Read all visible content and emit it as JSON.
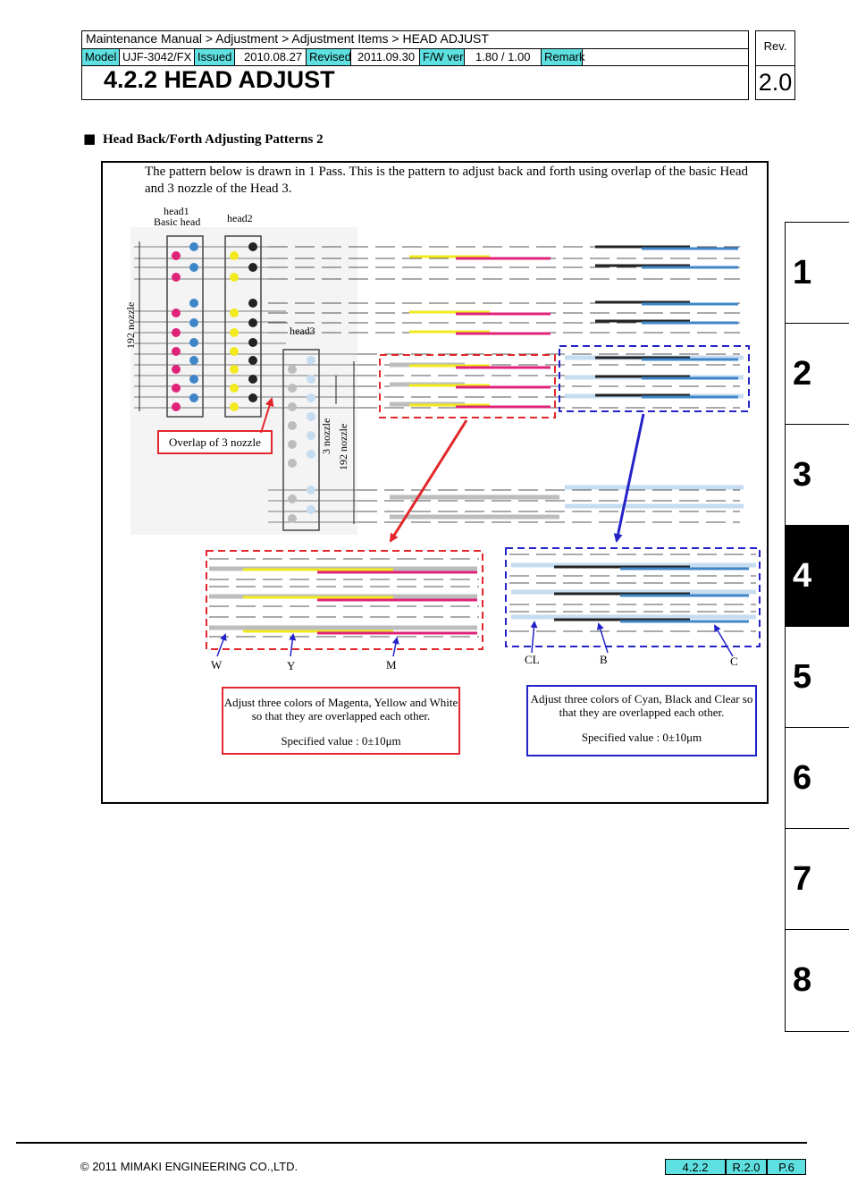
{
  "header": {
    "breadcrumb": "Maintenance Manual > Adjustment > Adjustment Items > HEAD ADJUST",
    "model_label": "Model",
    "model_value": "UJF-3042/FX",
    "issued_label": "Issued",
    "issued_value": "2010.08.27",
    "revised_label": "Revised",
    "revised_value": "2011.09.30",
    "fw_label": "F/W ver",
    "fw_value": "1.80 / 1.00",
    "remark_label": "Remark",
    "title": "4.2.2  HEAD ADJUST",
    "rev_label": "Rev.",
    "rev_value": "2.0"
  },
  "section": {
    "bullet": "■",
    "heading": "Head Back/Forth  Adjusting Patterns 2"
  },
  "figure": {
    "intro": "The pattern below is drawn in 1 Pass. This is the pattern to adjust back and forth using overlap of the basic Head and 3 nozzle of the Head 3.",
    "head1_label": "head1",
    "basic_head_label": "Basic head",
    "head2_label": "head2",
    "head3_label": "head3",
    "nozzle192_left": "192 nozzle",
    "nozzle3": "3 nozzle",
    "nozzle192_right": "192 nozzle",
    "overlap_label": "Overlap of 3 nozzle",
    "labels_left": [
      "W",
      "Y",
      "M"
    ],
    "labels_right": [
      "CL",
      "B",
      "C"
    ],
    "note_left_text": "Adjust three colors of Magenta, Yellow and White so that they are overlapped each other.",
    "note_left_spec": "Specified value : 0±10μm",
    "note_right_text": "Adjust three colors of Cyan, Black and Clear so that they are overlapped each other.",
    "note_right_spec": "Specified value : 0±10μm",
    "colors": {
      "magenta": "#e0237a",
      "yellow": "#f2ea1e",
      "cyan": "#3f86c9",
      "black": "#222222",
      "white_ink": "#bdbdbd",
      "clear_ink": "#c6dcf0",
      "red_frame": "#e3262b",
      "blue_frame": "#2323c8"
    }
  },
  "side_tabs": [
    {
      "label": "1",
      "active": false
    },
    {
      "label": "2",
      "active": false
    },
    {
      "label": "3",
      "active": false
    },
    {
      "label": "4",
      "active": true
    },
    {
      "label": "5",
      "active": false
    },
    {
      "label": "6",
      "active": false
    },
    {
      "label": "7",
      "active": false
    },
    {
      "label": "8",
      "active": false
    }
  ],
  "footer": {
    "copyright": "© 2011 MIMAKI ENGINEERING CO.,LTD.",
    "section": "4.2.2",
    "revision": "R.2.0",
    "page": "P.6"
  }
}
